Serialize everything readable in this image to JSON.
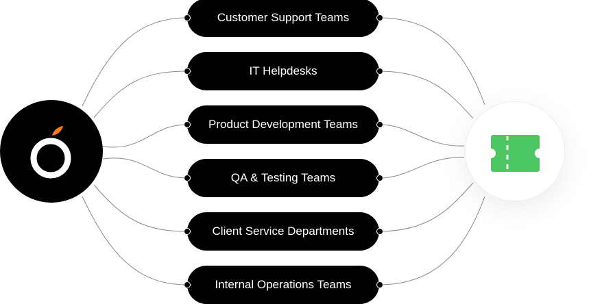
{
  "hub": {
    "icon": "orange-logo-icon",
    "leaf_color": "#F47B20"
  },
  "target": {
    "icon": "ticket-icon",
    "color": "#4DC762"
  },
  "nodes": [
    {
      "label": "Customer Support Teams"
    },
    {
      "label": "IT Helpdesks"
    },
    {
      "label": "Product Development Teams"
    },
    {
      "label": "QA & Testing Teams"
    },
    {
      "label": "Client Service Departments"
    },
    {
      "label": "Internal Operations Teams"
    }
  ]
}
